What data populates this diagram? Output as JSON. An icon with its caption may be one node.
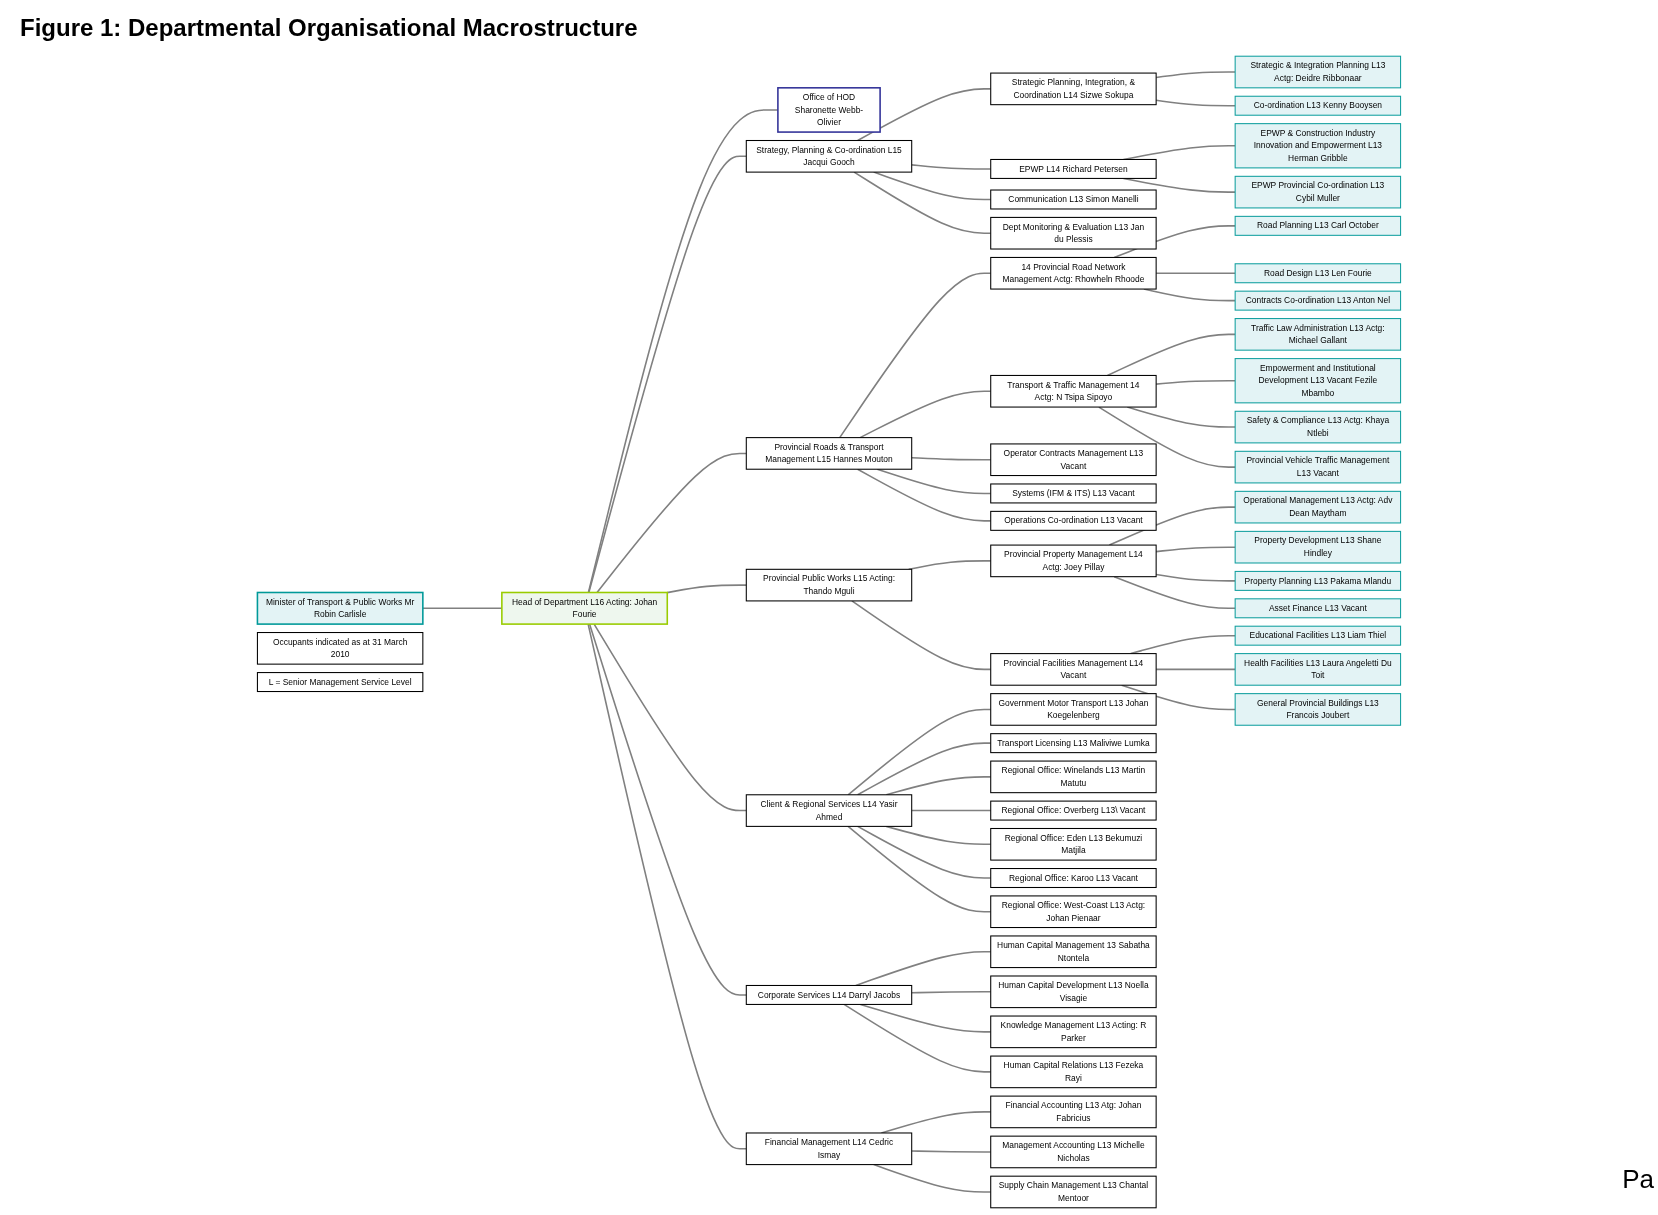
{
  "diagram": {
    "title": "Figure 1: Departmental Organisational Macrostructure",
    "nodes": [
      {
        "text": [
          "Minister of Transport & Public Works Mr Robin Carlisle"
        ]
      },
      {
        "text": [
          "Head of Department L16 Acting: Johan Fourie"
        ]
      },
      {
        "text": [
          "Office of HOD Sharonette Webb-Olivier"
        ]
      },
      {
        "text": [
          "Strategy, Planning & Co-ordination L15 Jacqui Gooch"
        ]
      },
      {
        "text": [
          "Provincial Roads & Transport Management L15 Hannes Mouton"
        ]
      },
      {
        "text": [
          "Provincial Public Works L15 Acting: Thando Mguli"
        ]
      },
      {
        "text": [
          "Client & Regional Services L14 Yasir Ahmed"
        ]
      },
      {
        "text": [
          "Corporate Services L14 Darryl Jacobs"
        ]
      },
      {
        "text": [
          "Financial Management L14 Cedric Ismay"
        ]
      },
      {
        "text": [
          "Strategic Planning, Integration, & Coordination L14 Sizwe Sokupa"
        ]
      },
      {
        "text": [
          "Strategic & Integration Planning L13 Actg: Deidre Ribbonaar"
        ]
      },
      {
        "text": [
          "Co-ordination L13 Kenny Booysen"
        ]
      },
      {
        "text": [
          "EPWP L14 Richard Petersen"
        ]
      },
      {
        "text": [
          "EPWP & Construction Industry Innovation and Empowerment L13 Herman Gribble"
        ]
      },
      {
        "text": [
          "EPWP Provincial Co-ordination L13 Cybil Muller"
        ]
      },
      {
        "text": [
          "Communication L13 Simon Manelli"
        ]
      },
      {
        "text": [
          "Dept Monitoring & Evaluation L13 Jan du Plessis"
        ]
      },
      {
        "text": [
          "14 Provincial Road Network Management Actg: Rhowheln Rhoode"
        ]
      },
      {
        "text": [
          "Road Planning L13 Carl October"
        ]
      },
      {
        "text": [
          "Road Design L13 Len Fourie"
        ]
      },
      {
        "text": [
          "Contracts Co-ordination L13 Anton Nel"
        ]
      },
      {
        "text": [
          "Transport & Traffic Management 14 Actg: N Tsipa Sipoyo"
        ]
      },
      {
        "text": [
          "Traffic Law Administration L13 Actg: Michael Gallant"
        ]
      },
      {
        "text": [
          "Empowerment and Institutional Development L13 Vacant Fezile Mbambo"
        ]
      },
      {
        "text": [
          "Safety & Compliance L13 Actg: Khaya Ntlebi"
        ]
      },
      {
        "text": [
          "Provincial Vehicle Traffic Management L13 Vacant"
        ]
      },
      {
        "text": [
          "Operator Contracts Management L13 Vacant"
        ]
      },
      {
        "text": [
          "Systems (IFM & ITS) L13 Vacant"
        ]
      },
      {
        "text": [
          "Operations Co-ordination L13 Vacant"
        ]
      },
      {
        "text": [
          "Provincial Property Management L14 Actg: Joey Pillay"
        ]
      },
      {
        "text": [
          "Operational Management L13 Actg: Adv Dean Maytham"
        ]
      },
      {
        "text": [
          "Property Development L13 Shane Hindley"
        ]
      },
      {
        "text": [
          "Property Planning L13 Pakama Mlandu"
        ]
      },
      {
        "text": [
          "Asset Finance L13 Vacant"
        ]
      },
      {
        "text": [
          "Provincial Facilities Management L14 Vacant"
        ]
      },
      {
        "text": [
          "Educational Facilities L13 Liam Thiel"
        ]
      },
      {
        "text": [
          "Health Facilities L13 Laura Angeletti Du Toit"
        ]
      },
      {
        "text": [
          "General Provincial Buildings L13 Francois Joubert"
        ]
      },
      {
        "text": [
          "Government Motor Transport L13 Johan Koegelenberg"
        ]
      },
      {
        "text": [
          "Transport Licensing L13 Maliviwe Lumka"
        ]
      },
      {
        "text": [
          "Regional Office: Winelands L13 Martin Matutu"
        ]
      },
      {
        "text": [
          "Regional Office: Overberg L13\\ Vacant"
        ]
      },
      {
        "text": [
          "Regional Office: Eden L13 Bekumuzi Matjila"
        ]
      },
      {
        "text": [
          "Regional Office: Karoo L13 Vacant"
        ]
      },
      {
        "text": [
          "Regional Office: West-Coast L13 Actg: Johan Pienaar"
        ]
      },
      {
        "text": [
          "Human Capital Management 13 Sabatha Ntontela"
        ]
      },
      {
        "text": [
          "Human Capital Development L13 Noella Visagie"
        ]
      },
      {
        "text": [
          "Knowledge Management L13 Acting: R Parker"
        ]
      },
      {
        "text": [
          "Human Capital Relations L13 Fezeka Rayi"
        ]
      },
      {
        "text": [
          "Financial Accounting L13 Atg: Johan Fabricius"
        ]
      },
      {
        "text": [
          "Management Accounting L13 Michelle Nicholas"
        ]
      },
      {
        "text": [
          "Supply Chain Management L13 Chantal Mentoor"
        ]
      },
      {
        "text": [
          "Occupants indicated as at 31 March 2010"
        ]
      },
      {
        "text": [
          "L = Senior Management Service Level"
        ]
      }
    ],
    "edges": [
      {
        "from": 0,
        "to": 1,
        "arrow": "none"
      },
      {
        "from": 1,
        "to": 2,
        "arrow": "none"
      },
      {
        "from": 1,
        "to": 3,
        "arrow": "none"
      },
      {
        "from": 1,
        "to": 4,
        "arrow": "none"
      },
      {
        "from": 1,
        "to": 5,
        "arrow": "none"
      },
      {
        "from": 1,
        "to": 6,
        "arrow": "none"
      },
      {
        "from": 1,
        "to": 7,
        "arrow": "none"
      },
      {
        "from": 1,
        "to": 8,
        "arrow": "none"
      },
      {
        "from": 3,
        "to": 9,
        "arrow": "none"
      },
      {
        "from": 9,
        "to": 10,
        "arrow": "none"
      },
      {
        "from": 9,
        "to": 11,
        "arrow": "none"
      },
      {
        "from": 3,
        "to": 12,
        "arrow": "none"
      },
      {
        "from": 12,
        "to": 13,
        "arrow": "none"
      },
      {
        "from": 12,
        "to": 14,
        "arrow": "none"
      },
      {
        "from": 3,
        "to": 15,
        "arrow": "none"
      },
      {
        "from": 3,
        "to": 16,
        "arrow": "none"
      },
      {
        "from": 4,
        "to": 17,
        "arrow": "none"
      },
      {
        "from": 17,
        "to": 18,
        "arrow": "none"
      },
      {
        "from": 17,
        "to": 19,
        "arrow": "none"
      },
      {
        "from": 17,
        "to": 20,
        "arrow": "none"
      },
      {
        "from": 4,
        "to": 21,
        "arrow": "none"
      },
      {
        "from": 21,
        "to": 22,
        "arrow": "none"
      },
      {
        "from": 21,
        "to": 23,
        "arrow": "none"
      },
      {
        "from": 21,
        "to": 24,
        "arrow": "none"
      },
      {
        "from": 21,
        "to": 25,
        "arrow": "none"
      },
      {
        "from": 4,
        "to": 26,
        "arrow": "none"
      },
      {
        "from": 4,
        "to": 27,
        "arrow": "none"
      },
      {
        "from": 4,
        "to": 28,
        "arrow": "none"
      },
      {
        "from": 5,
        "to": 29,
        "arrow": "none"
      },
      {
        "from": 29,
        "to": 30,
        "arrow": "none"
      },
      {
        "from": 29,
        "to": 31,
        "arrow": "none"
      },
      {
        "from": 29,
        "to": 32,
        "arrow": "none"
      },
      {
        "from": 29,
        "to": 33,
        "arrow": "none"
      },
      {
        "from": 5,
        "to": 34,
        "arrow": "none"
      },
      {
        "from": 34,
        "to": 35,
        "arrow": "none"
      },
      {
        "from": 34,
        "to": 36,
        "arrow": "none"
      },
      {
        "from": 34,
        "to": 37,
        "arrow": "none"
      },
      {
        "from": 6,
        "to": 38,
        "arrow": "none"
      },
      {
        "from": 6,
        "to": 39,
        "arrow": "none"
      },
      {
        "from": 6,
        "to": 40,
        "arrow": "none"
      },
      {
        "from": 6,
        "to": 41,
        "arrow": "none"
      },
      {
        "from": 6,
        "to": 42,
        "arrow": "none"
      },
      {
        "from": 6,
        "to": 43,
        "arrow": "none"
      },
      {
        "from": 6,
        "to": 44,
        "arrow": "none"
      },
      {
        "from": 7,
        "to": 45,
        "arrow": "none"
      },
      {
        "from": 7,
        "to": 46,
        "arrow": "none"
      },
      {
        "from": 7,
        "to": 47,
        "arrow": "none"
      },
      {
        "from": 7,
        "to": 48,
        "arrow": "none"
      },
      {
        "from": 8,
        "to": 49,
        "arrow": "none"
      },
      {
        "from": 8,
        "to": 50,
        "arrow": "none"
      },
      {
        "from": 8,
        "to": 51,
        "arrow": "none"
      }
    ],
    "labels": [
      "Pa"
    ]
  }
}
